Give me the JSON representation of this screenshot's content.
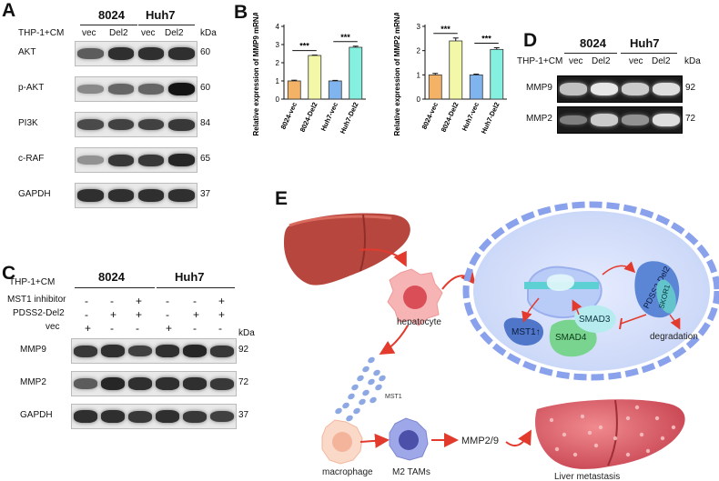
{
  "panels": {
    "A": "A",
    "B": "B",
    "C": "C",
    "D": "D",
    "E": "E"
  },
  "panelA": {
    "groups": [
      "8024",
      "Huh7"
    ],
    "treatment": "THP-1+CM",
    "lanes": [
      "vec",
      "Del2",
      "vec",
      "Del2"
    ],
    "kda_label": "kDa",
    "rows": [
      {
        "name": "AKT",
        "kda": "60",
        "intensity": [
          0.6,
          0.85,
          0.85,
          0.85
        ]
      },
      {
        "name": "p-AKT",
        "kda": "60",
        "intensity": [
          0.35,
          0.55,
          0.55,
          1.0
        ]
      },
      {
        "name": "PI3K",
        "kda": "84",
        "intensity": [
          0.7,
          0.75,
          0.75,
          0.8
        ]
      },
      {
        "name": "c-RAF",
        "kda": "65",
        "intensity": [
          0.3,
          0.8,
          0.8,
          0.9
        ]
      },
      {
        "name": "GAPDH",
        "kda": "37",
        "intensity": [
          0.85,
          0.85,
          0.85,
          0.85
        ]
      }
    ]
  },
  "panelB": {
    "sig": "***",
    "chart_data": [
      {
        "type": "bar",
        "ylabel": "Relative expression of MMP9 mRNA",
        "ylim": [
          0,
          4
        ],
        "yticks": [
          "0",
          "1",
          "2",
          "3",
          "4"
        ],
        "categories": [
          "8024-vec",
          "8024-Del2",
          "Huh7-vec",
          "Huh7-Del2"
        ],
        "values": [
          1.0,
          2.4,
          1.0,
          2.85
        ],
        "errors": [
          0.04,
          0.02,
          0.03,
          0.06
        ],
        "colors": [
          "#f4b266",
          "#f3f7a8",
          "#7fb4ee",
          "#86f0e0"
        ]
      },
      {
        "type": "bar",
        "ylabel": "Relative expression of MMP2 mRNA",
        "ylim": [
          0,
          3
        ],
        "yticks": [
          "0",
          "1",
          "2",
          "3"
        ],
        "categories": [
          "8024-vec",
          "8024-Del2",
          "Huh7-vec",
          "Huh7-Del2"
        ],
        "values": [
          1.0,
          2.4,
          1.0,
          2.05
        ],
        "errors": [
          0.06,
          0.12,
          0.03,
          0.07
        ],
        "colors": [
          "#f4b266",
          "#f3f7a8",
          "#7fb4ee",
          "#86f0e0"
        ]
      }
    ]
  },
  "panelC": {
    "groups": [
      "8024",
      "Huh7"
    ],
    "conditions": [
      {
        "name": "THP-1+CM",
        "values": []
      },
      {
        "name": "MST1 inhibitor",
        "values": [
          "-",
          "-",
          "+",
          "-",
          "-",
          "+"
        ]
      },
      {
        "name": "PDSS2-Del2",
        "values": [
          "-",
          "+",
          "+",
          "-",
          "+",
          "+"
        ]
      },
      {
        "name": "vec",
        "values": [
          "+",
          "-",
          "-",
          "+",
          "-",
          "-"
        ]
      }
    ],
    "kda_label": "kDa",
    "rows": [
      {
        "name": "MMP9",
        "kda": "92",
        "intensity": [
          0.8,
          0.85,
          0.75,
          0.85,
          0.9,
          0.8
        ]
      },
      {
        "name": "MMP2",
        "kda": "72",
        "intensity": [
          0.6,
          0.9,
          0.85,
          0.85,
          0.85,
          0.8
        ]
      },
      {
        "name": "GAPDH",
        "kda": "37",
        "intensity": [
          0.85,
          0.85,
          0.8,
          0.85,
          0.8,
          0.75
        ]
      }
    ]
  },
  "panelD": {
    "groups": [
      "8024",
      "Huh7"
    ],
    "treatment": "THP-1+CM",
    "lanes": [
      "vec",
      "Del2",
      "vec",
      "Del2"
    ],
    "kda_label": "kDa",
    "rows": [
      {
        "name": "MMP9",
        "kda": "92",
        "intensity": [
          0.7,
          0.9,
          0.75,
          0.85
        ]
      },
      {
        "name": "MMP2",
        "kda": "72",
        "intensity": [
          0.35,
          0.75,
          0.45,
          0.85
        ]
      }
    ]
  },
  "panelE": {
    "hepatocyte": "hepatocyte",
    "mst1_small": "MST1",
    "macrophage": "macrophage",
    "m2": "M2 TAMs",
    "mmp": "MMP2/9",
    "metastasis": "Liver metastasis",
    "mst1_up": "MST1↑",
    "smad4": "SMAD4",
    "smad3": "SMAD3",
    "pdss2": "PDSS2-Del2",
    "skor1": "SKOR1",
    "degradation": "degradation"
  }
}
